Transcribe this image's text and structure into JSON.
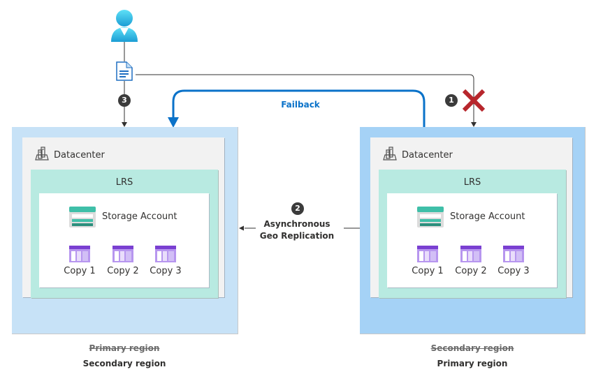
{
  "diagram": {
    "failback_label": "Failback",
    "replication": {
      "step": "2",
      "label_line1": "Asynchronous",
      "label_line2": "Geo Replication"
    },
    "steps": {
      "left_arrow_step": "3",
      "right_arrow_step": "1"
    },
    "colors": {
      "failback_arrow": "#0a72c9",
      "failure_x": "#b7262c",
      "left_region_bg": "#c7e2f7",
      "right_region_bg": "#a5d2f6",
      "lrs_bg": "#b8eae1",
      "datacenter_bg": "#f2f2f2"
    },
    "regions": [
      {
        "side": "left",
        "datacenter_label": "Datacenter",
        "lrs_label": "LRS",
        "storage_label": "Storage Account",
        "copies": [
          "Copy 1",
          "Copy 2",
          "Copy 3"
        ],
        "old_role": "Primary region",
        "new_role": "Secondary region"
      },
      {
        "side": "right",
        "datacenter_label": "Datacenter",
        "lrs_label": "LRS",
        "storage_label": "Storage Account",
        "copies": [
          "Copy 1",
          "Copy 2",
          "Copy 3"
        ],
        "old_role": "Secondary region",
        "new_role": "Primary region"
      }
    ]
  }
}
